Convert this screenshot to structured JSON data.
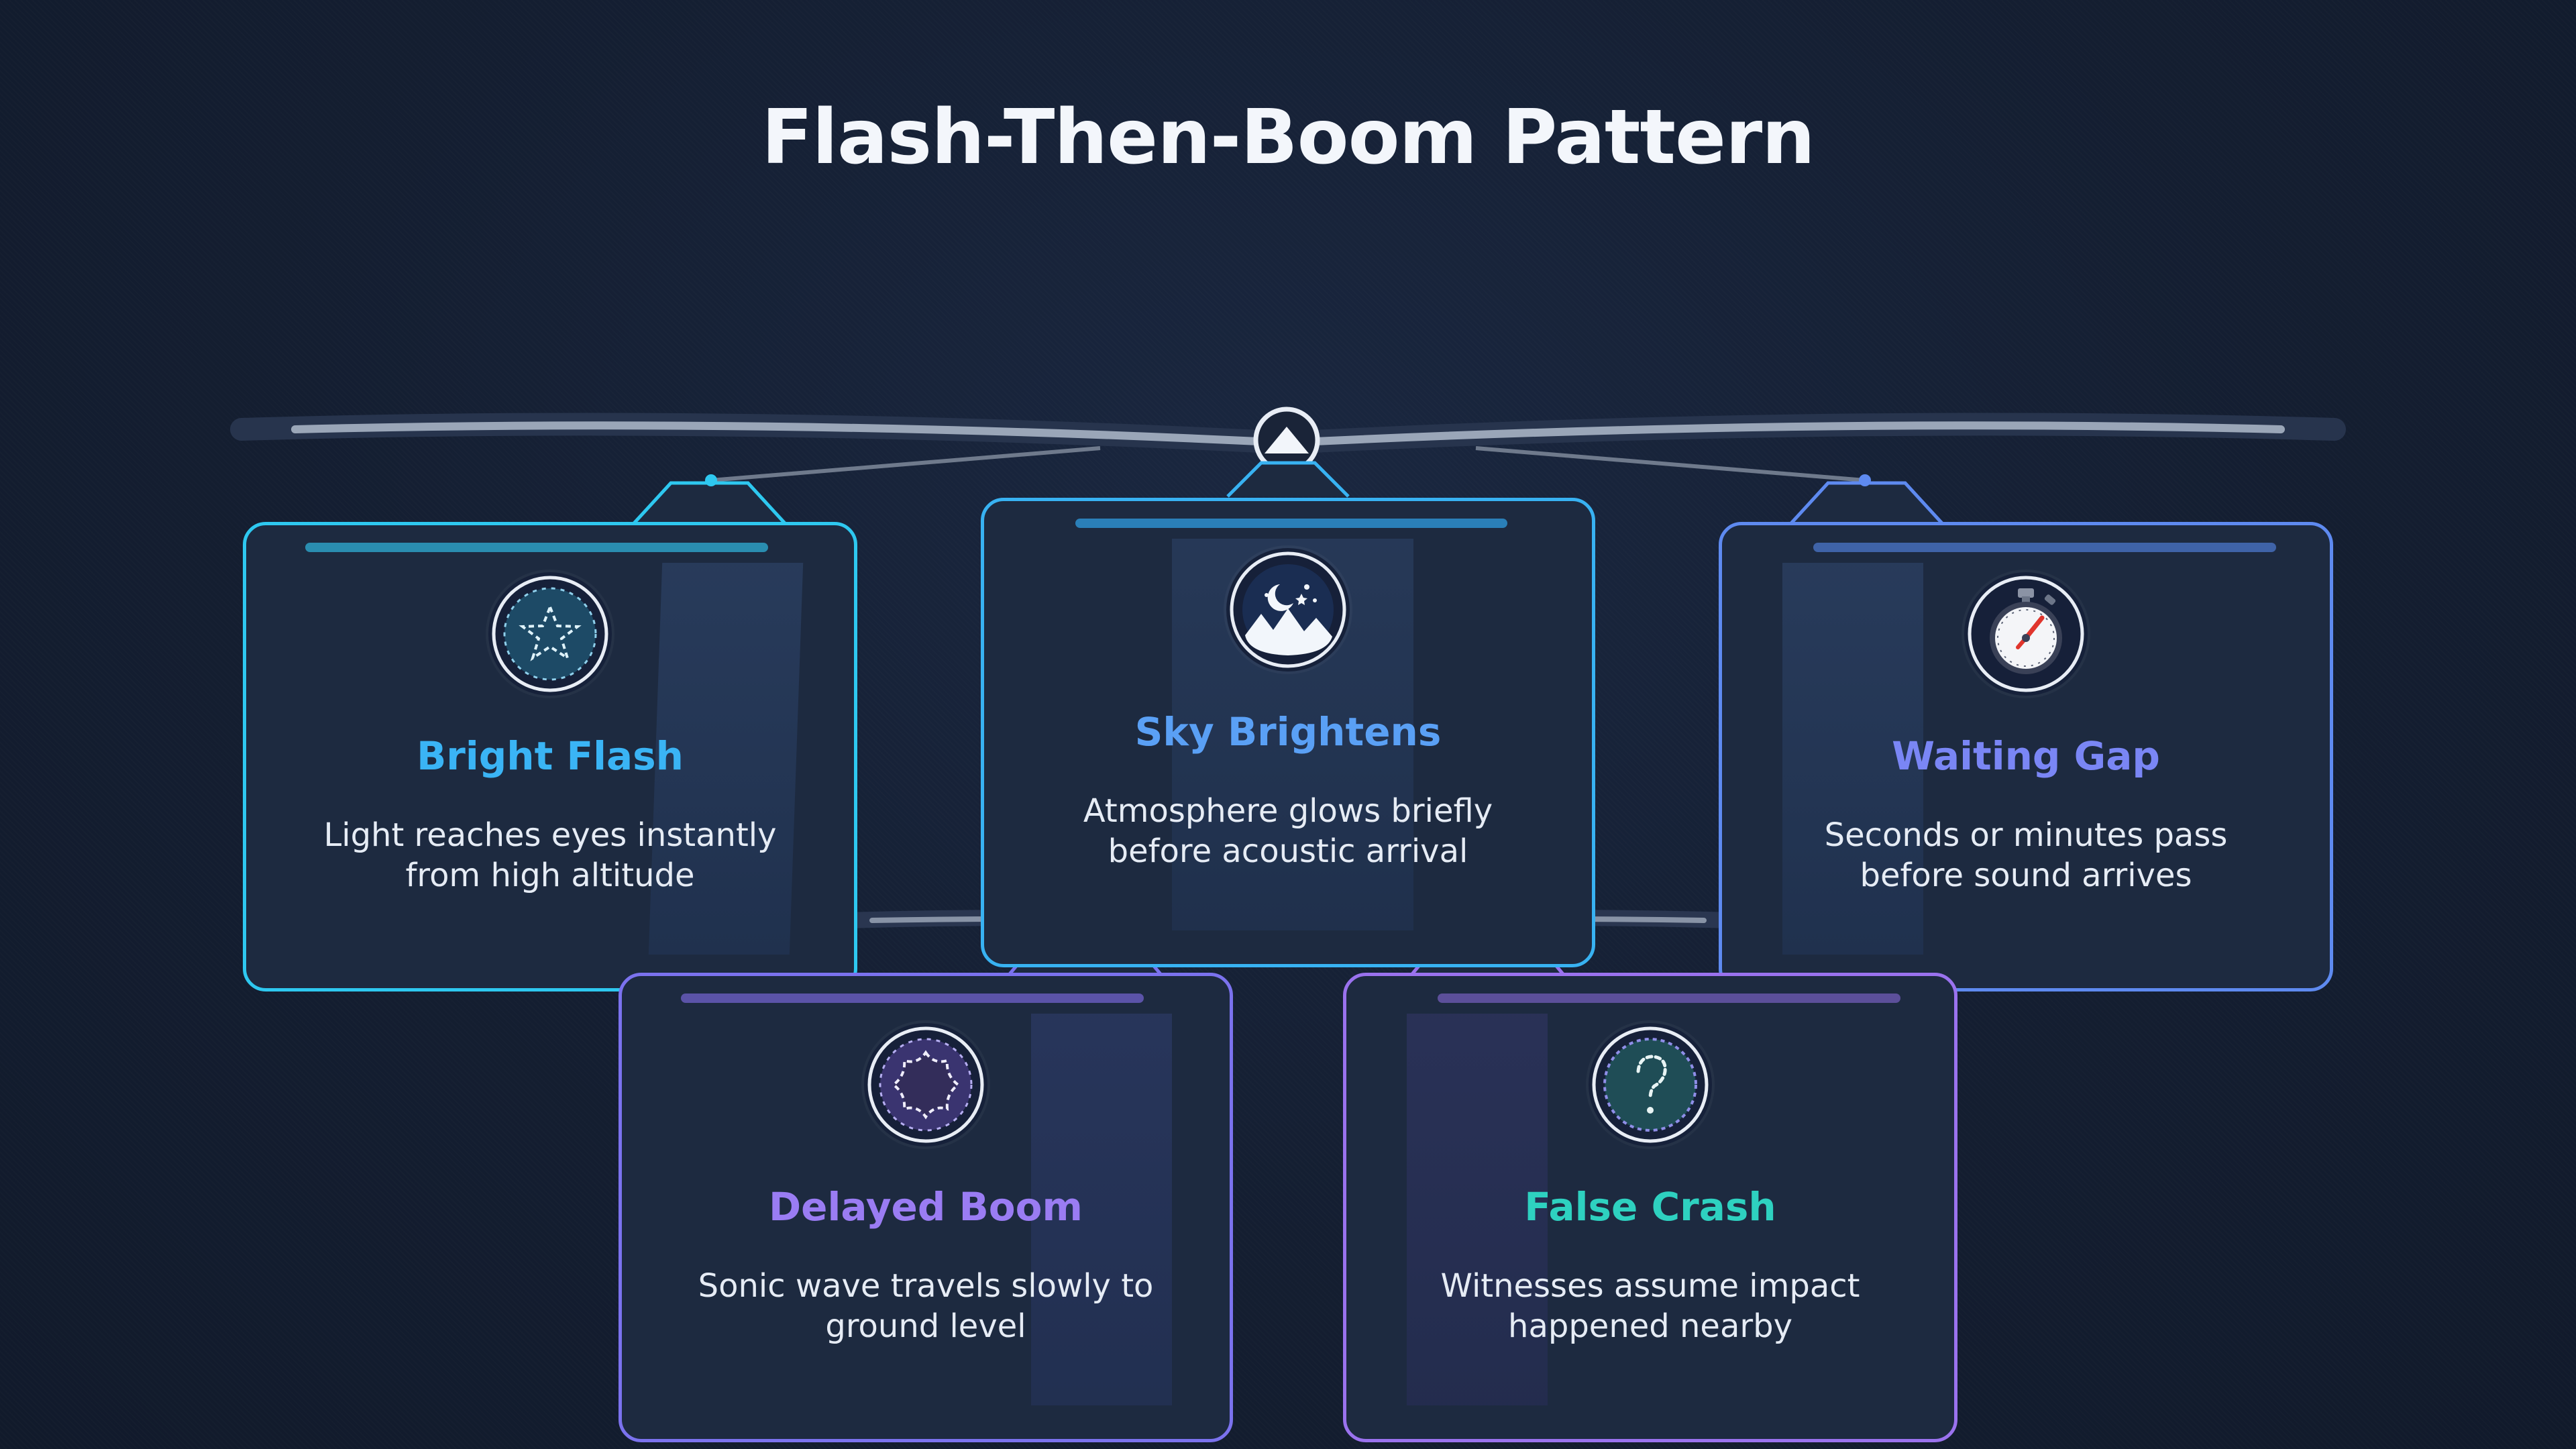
{
  "title": "Flash-Then-Boom Pattern",
  "cards": [
    {
      "title": "Bright Flash",
      "text": "Light reaches eyes instantly from high altitude",
      "icon": "star-icon",
      "color": "#2ec8f0",
      "title_color": "#3ab4f5"
    },
    {
      "title": "Sky Brightens",
      "text": "Atmosphere glows briefly before acoustic arrival",
      "icon": "night-sky-icon",
      "color": "#38b2f2",
      "title_color": "#5aa0f5"
    },
    {
      "title": "Waiting Gap",
      "text": "Seconds or minutes pass before sound arrives",
      "icon": "stopwatch-icon",
      "color": "#5e8af0",
      "title_color": "#7a86f5"
    },
    {
      "title": "Delayed Boom",
      "text": "Sonic wave travels slowly to ground level",
      "icon": "burst-icon",
      "color": "#7b72ee",
      "title_color": "#9a7cf3"
    },
    {
      "title": "False Crash",
      "text": "Witnesses assume impact happened nearby",
      "icon": "question-icon",
      "color": "#9a72ee",
      "title_color": "#2ed1c0"
    }
  ]
}
